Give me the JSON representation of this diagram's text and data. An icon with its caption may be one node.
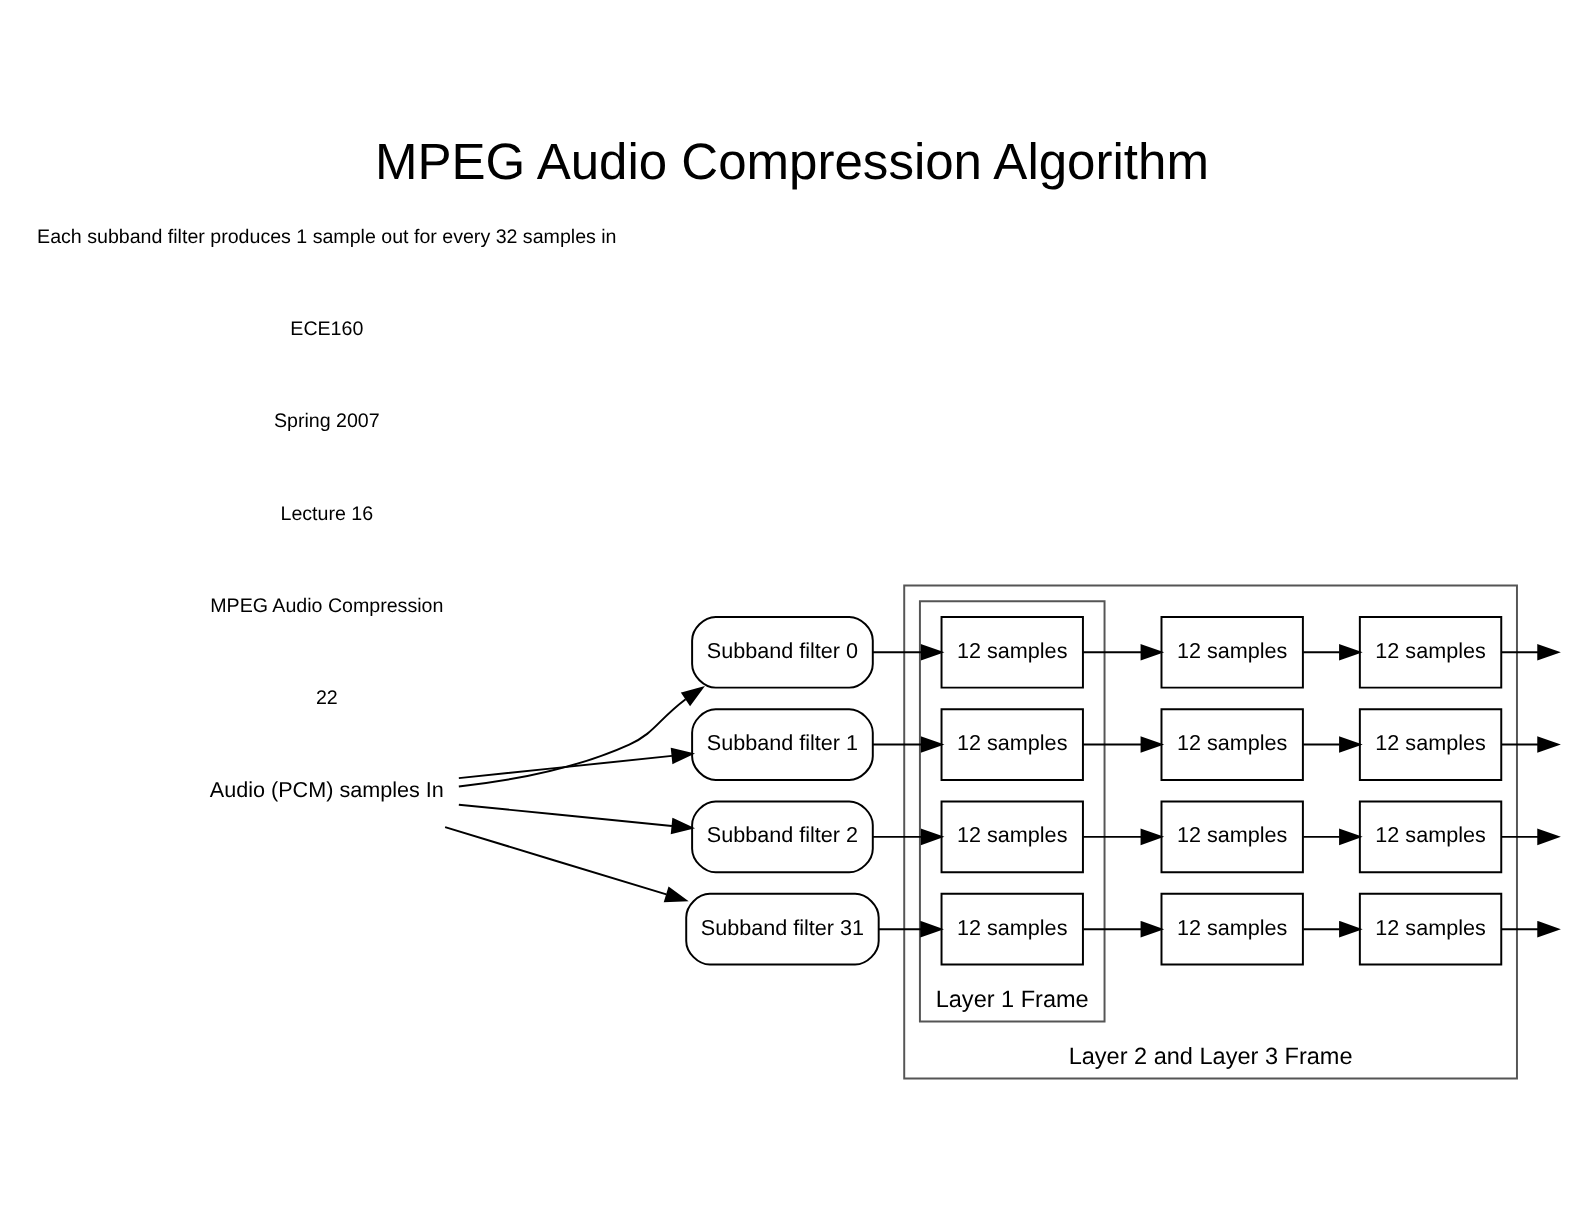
{
  "diagram": {
    "title": "MPEG Audio Compression Algorithm",
    "nodes": [
      {
        "text": [
          "Audio (PCM) samples In"
        ]
      },
      {
        "text": [
          "Subband filter 0"
        ]
      },
      {
        "text": [
          "Subband filter 1"
        ]
      },
      {
        "text": [
          "Subband filter 2"
        ]
      },
      {
        "text": [
          "Subband filter 31"
        ]
      },
      {
        "text": [
          "Layer 2 and Layer 3 Frame"
        ]
      },
      {
        "text": [
          "Layer 1 Frame"
        ],
        "in": 5
      },
      {
        "text": [
          "12 samples"
        ],
        "in": 6
      },
      {
        "text": [
          "12 samples"
        ],
        "in": 5
      },
      {
        "text": [
          "12 samples"
        ],
        "in": 5
      },
      {
        "text": [
          "12 samples"
        ],
        "in": 6
      },
      {
        "text": [
          "12 samples"
        ],
        "in": 5
      },
      {
        "text": [
          "12 samples"
        ],
        "in": 5
      },
      {
        "text": [
          "12 samples"
        ],
        "in": 6
      },
      {
        "text": [
          "12 samples"
        ],
        "in": 5
      },
      {
        "text": [
          "12 samples"
        ],
        "in": 5
      },
      {
        "text": [
          "12 samples"
        ],
        "in": 6
      },
      {
        "text": [
          "12 samples"
        ],
        "in": 5
      },
      {
        "text": [
          "12 samples"
        ],
        "in": 5
      }
    ],
    "edges": [
      {
        "from": 0,
        "to": 1,
        "arrow": "to"
      },
      {
        "from": 0,
        "to": 2,
        "arrow": "to"
      },
      {
        "from": 0,
        "to": 3,
        "arrow": "to"
      },
      {
        "from": 0,
        "to": 4,
        "arrow": "to"
      },
      {
        "from": 1,
        "to": 7,
        "arrow": "to"
      },
      {
        "from": 7,
        "to": 8,
        "arrow": "to"
      },
      {
        "from": 8,
        "to": 9,
        "arrow": "to"
      },
      {
        "from": 9,
        "to": null,
        "arrow": "to"
      },
      {
        "from": 2,
        "to": 10,
        "arrow": "to"
      },
      {
        "from": 10,
        "to": 11,
        "arrow": "to"
      },
      {
        "from": 11,
        "to": 12,
        "arrow": "to"
      },
      {
        "from": 12,
        "to": null,
        "arrow": "to"
      },
      {
        "from": 3,
        "to": 13,
        "arrow": "to"
      },
      {
        "from": 13,
        "to": 14,
        "arrow": "to"
      },
      {
        "from": 14,
        "to": 15,
        "arrow": "to"
      },
      {
        "from": 15,
        "to": null,
        "arrow": "to"
      },
      {
        "from": 4,
        "to": 16,
        "arrow": "to"
      },
      {
        "from": 16,
        "to": 17,
        "arrow": "to"
      },
      {
        "from": 17,
        "to": 18,
        "arrow": "to"
      },
      {
        "from": 18,
        "to": null,
        "arrow": "to"
      }
    ],
    "labels": [
      "Each subband filter produces 1 sample out for every 32 samples in",
      "ECE160",
      "Spring 2007",
      "Lecture 16",
      "MPEG Audio Compression",
      "22"
    ]
  }
}
